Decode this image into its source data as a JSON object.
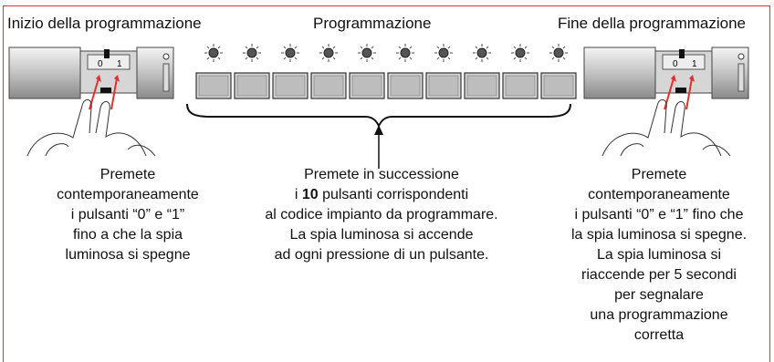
{
  "panels": {
    "start": {
      "title": "Inizio della programmazione",
      "key_labels": [
        "0",
        "1"
      ],
      "caption": [
        "Premete",
        "contemporaneamente",
        "i pulsanti “0” e “1”",
        "fino a che la spia",
        "luminosa si spegne"
      ]
    },
    "middle": {
      "title": "Programmazione",
      "button_count": 10,
      "caption": {
        "line1": "Premete in successione",
        "line2_prefix": "i ",
        "line2_bold": "10",
        "line2_suffix": " pulsanti corrispondenti",
        "line3": "al codice impianto da programmare.",
        "line4": "La spia luminosa si accende",
        "line5": "ad ogni pressione di un pulsante."
      }
    },
    "end": {
      "title": "Fine della programmazione",
      "key_labels": [
        "0",
        "1"
      ],
      "caption": [
        "Premete",
        "contemporaneamente",
        "i pulsanti “0” e “1” fino che",
        "la spia luminosa si spegne.",
        "La spia luminosa si",
        "riaccende per 5 secondi",
        "per segnalare",
        "una programmazione",
        "corretta"
      ]
    }
  },
  "colors": {
    "frame": "#e03030",
    "arrow": "#e03030",
    "lamp": "#555555"
  }
}
